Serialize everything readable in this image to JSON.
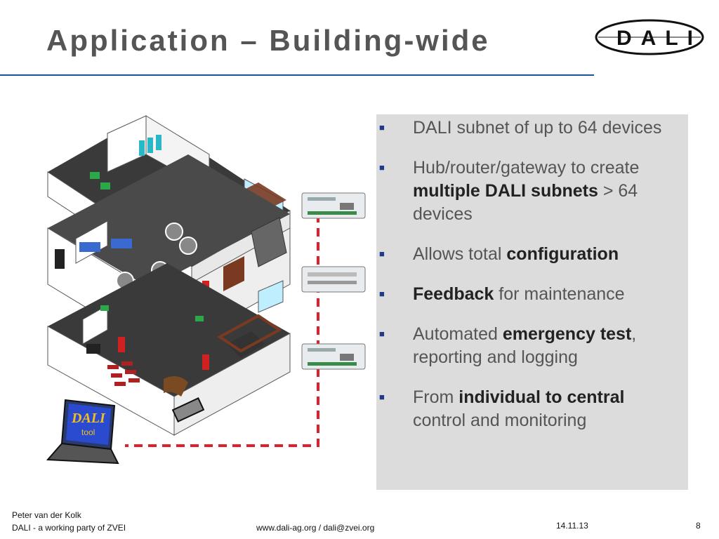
{
  "slide": {
    "title": "Application – Building-wide",
    "logo_text": "DALI"
  },
  "bullets": [
    {
      "runs": [
        {
          "text": "DALI subnet of up to 64 devices",
          "bold": false
        }
      ]
    },
    {
      "runs": [
        {
          "text": "Hub/router/gateway to create ",
          "bold": false
        },
        {
          "text": "multiple DALI subnets",
          "bold": true
        },
        {
          "text": " > 64 devices",
          "bold": false
        }
      ]
    },
    {
      "runs": [
        {
          "text": "Allows total ",
          "bold": false
        },
        {
          "text": "configuration",
          "bold": true
        }
      ]
    },
    {
      "runs": [
        {
          "text": "Feedback",
          "bold": true
        },
        {
          "text": " for maintenance",
          "bold": false
        }
      ]
    },
    {
      "runs": [
        {
          "text": "Automated ",
          "bold": false
        },
        {
          "text": "emergency test",
          "bold": true
        },
        {
          "text": ", reporting and logging",
          "bold": false
        }
      ]
    },
    {
      "runs": [
        {
          "text": "From ",
          "bold": false
        },
        {
          "text": "individual to central",
          "bold": true
        },
        {
          "text": " control and monitoring",
          "bold": false
        }
      ]
    }
  ],
  "illustration": {
    "laptop_screen_text": "DALI",
    "laptop_screen_subtext": "tool"
  },
  "footer": {
    "author": "Peter van der Kolk",
    "organization": "DALI - a working party of ZVEI",
    "web": "www.dali-ag.org /  dali@zvei.org",
    "date": "14.11.13",
    "page_number": "8"
  },
  "colors": {
    "title": "#555555",
    "rule": "#1f4f9a",
    "panel": "#dcdcdc",
    "bullet_marker": "#1f3a8a",
    "bus_line": "#e0202a"
  }
}
